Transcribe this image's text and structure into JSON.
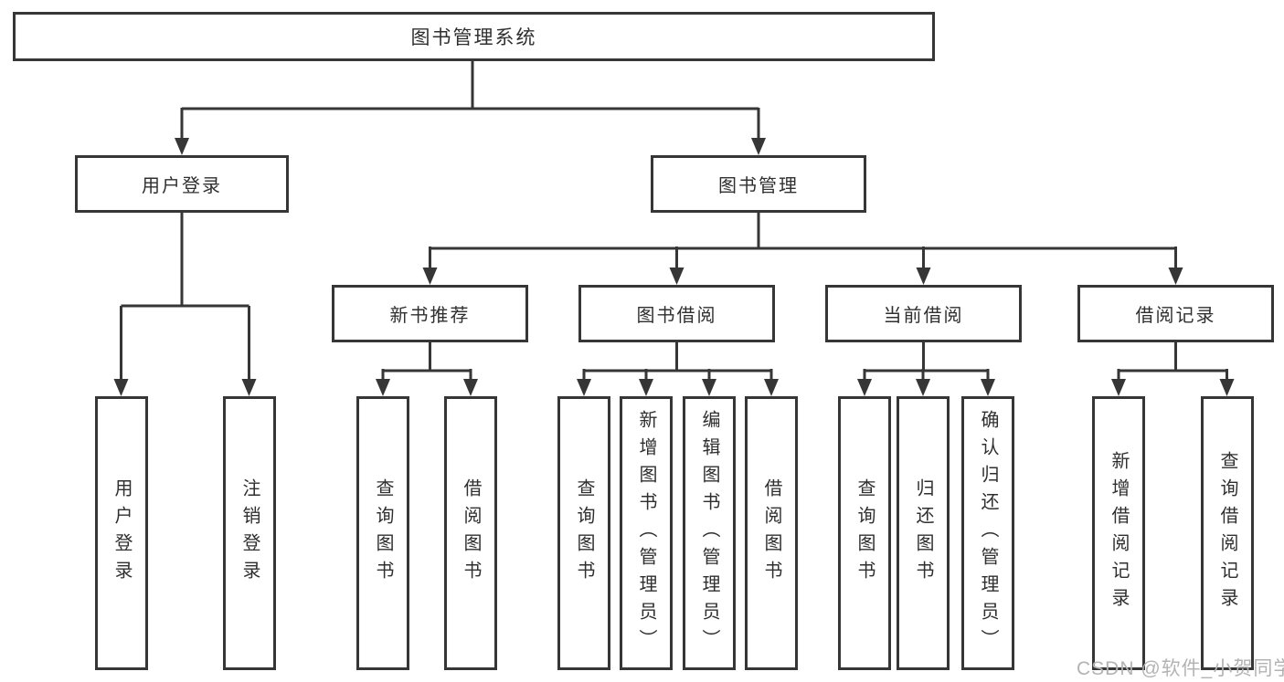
{
  "diagram": {
    "root": "图书管理系统",
    "branches": [
      {
        "label": "用户登录",
        "children": [
          "用户登录",
          "注销登录"
        ]
      },
      {
        "label": "图书管理",
        "sections": [
          {
            "label": "新书推荐",
            "children": [
              "查询图书",
              "借阅图书"
            ]
          },
          {
            "label": "图书借阅",
            "children": [
              "查询图书",
              "新增图书（管理员）",
              "编辑图书（管理员）",
              "借阅图书"
            ]
          },
          {
            "label": "当前借阅",
            "children": [
              "查询图书",
              "归还图书",
              "确认归还（管理员）"
            ]
          },
          {
            "label": "借阅记录",
            "children": [
              "新增借阅记录",
              "查询借阅记录"
            ]
          }
        ]
      }
    ]
  },
  "watermark": {
    "text": "CSDN @软件_小贺同学",
    "color": "#b3b3b3"
  },
  "colors": {
    "background": "#ffffff",
    "line": "#363636",
    "box_border": "#363636",
    "text": "#2f2f2f"
  }
}
